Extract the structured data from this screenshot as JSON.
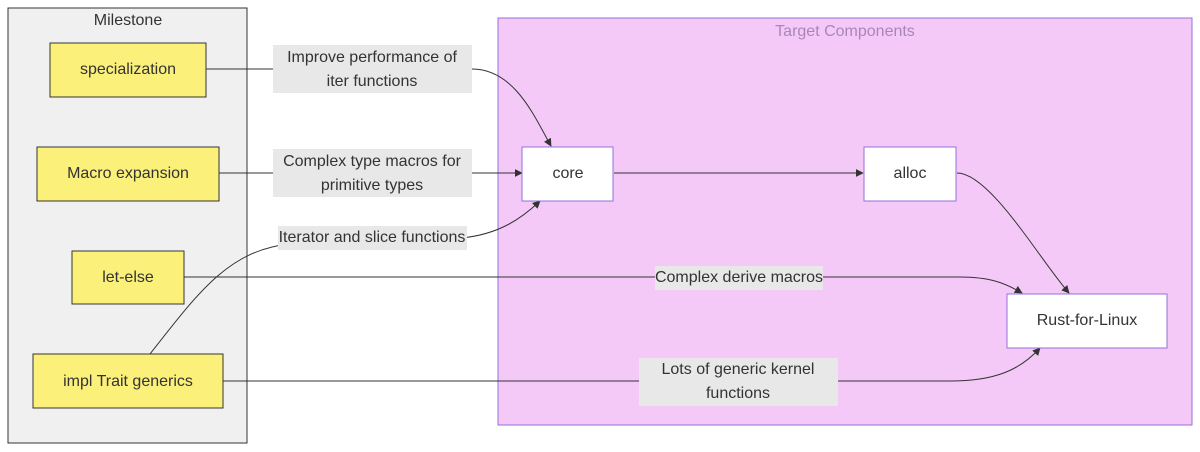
{
  "colors": {
    "milestone_fill": "#f0f0f0",
    "milestone_stroke": "#333333",
    "target_fill": "#f4c9f8",
    "target_stroke": "#9370db",
    "target_title": "#aa86b8",
    "yellow_fill": "#fbf07a",
    "white_fill": "#ffffff",
    "edge_label_bg": "#e8e8e8"
  },
  "clusters": {
    "milestone": {
      "title": "Milestone"
    },
    "target": {
      "title": "Target Components"
    }
  },
  "nodes": {
    "specialization": "specialization",
    "macro_expansion": "Macro expansion",
    "let_else": "let-else",
    "impl_trait": "impl Trait generics",
    "core": "core",
    "alloc": "alloc",
    "rust_for_linux": "Rust-for-Linux"
  },
  "edges": {
    "spec_core": [
      "Improve performance of",
      "iter functions"
    ],
    "macro_core": [
      "Complex type macros for",
      "primitive types"
    ],
    "impl_core": [
      "Iterator and slice functions"
    ],
    "letelse_rfl": [
      "Complex derive macros"
    ],
    "impl_rfl": [
      "Lots of generic kernel",
      "functions"
    ],
    "core_alloc": [],
    "alloc_rfl": []
  }
}
